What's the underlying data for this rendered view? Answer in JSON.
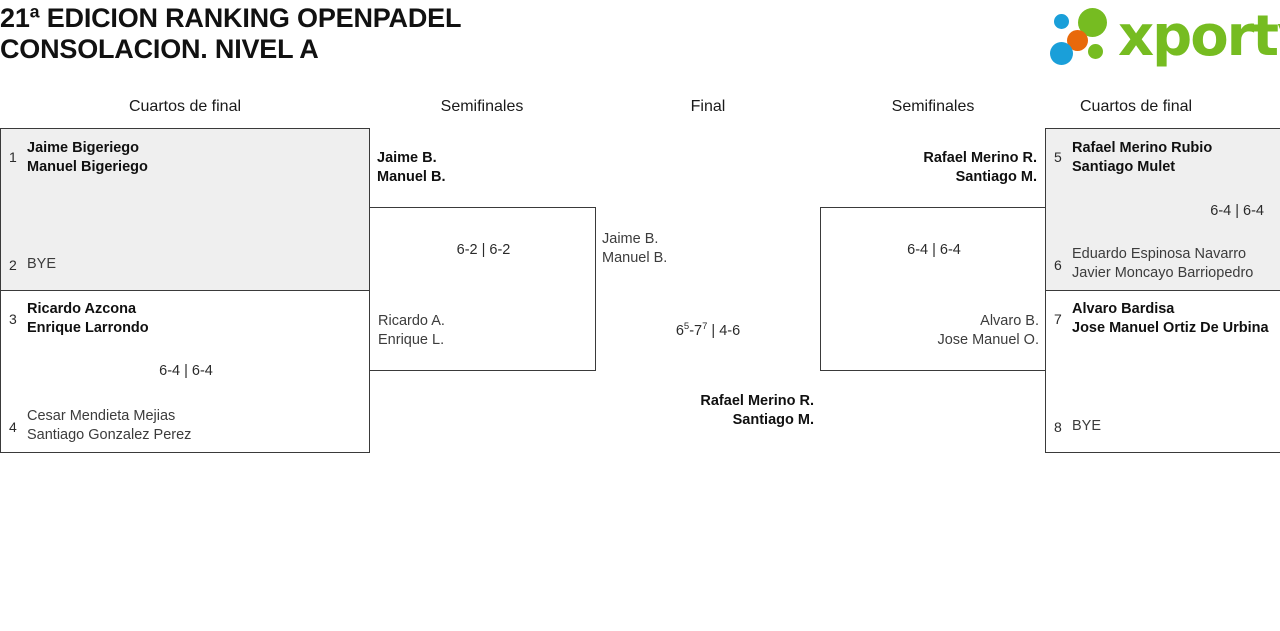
{
  "tournament": {
    "title_line1": "21ª EDICION RANKING OPENPADEL",
    "title_line2": "CONSOLACION. NIVEL A"
  },
  "brand": {
    "name": "xporty",
    "green": "#76bc21",
    "blue": "#1a9fd9",
    "orange": "#e8690b"
  },
  "round_headers": {
    "qf_left": "Cuartos de final",
    "sf_left": "Semifinales",
    "final": "Final",
    "sf_right": "Semifinales",
    "qf_right": "Cuartos de final"
  },
  "bracket": {
    "qf_left": [
      {
        "seed": "1",
        "p1": "Jaime Bigeriego",
        "p2": "Manuel Bigeriego",
        "seed2": "2",
        "opp1": "BYE",
        "opp2": "",
        "score": ""
      },
      {
        "seed": "3",
        "p1": "Ricardo Azcona",
        "p2": "Enrique Larrondo",
        "seed2": "4",
        "opp1": "Cesar Mendieta Mejias",
        "opp2": "Santiago Gonzalez Perez",
        "score": "6-4 | 6-4"
      }
    ],
    "qf_right": [
      {
        "seed": "5",
        "p1": "Rafael Merino Rubio",
        "p2": "Santiago Mulet",
        "seed2": "6",
        "opp1": "Eduardo Espinosa Navarro",
        "opp2": "Javier Moncayo Barriopedro",
        "score": "6-4 | 6-4"
      },
      {
        "seed": "7",
        "p1": "Alvaro Bardisa",
        "p2": "Jose Manuel Ortiz De Urbina",
        "seed2": "8",
        "opp1": "BYE",
        "opp2": "",
        "score": ""
      }
    ],
    "sf_left": {
      "winner1": "Jaime B.",
      "winner2": "Manuel B.",
      "loser1": "Ricardo A.",
      "loser2": "Enrique L.",
      "score": "6-2 | 6-2"
    },
    "sf_right": {
      "winner1": "Rafael Merino R.",
      "winner2": "Santiago M.",
      "loser1": "Alvaro B.",
      "loser2": "Jose Manuel O.",
      "score": "6-4 | 6-4"
    },
    "final": {
      "left1": "Jaime B.",
      "left2": "Manuel B.",
      "right1": "Rafael Merino R.",
      "right2": "Santiago M.",
      "score_prefix": "6",
      "score_sup1": "5",
      "score_mid": "-7",
      "score_sup2": "7",
      "score_suffix": " | 4-6"
    }
  }
}
